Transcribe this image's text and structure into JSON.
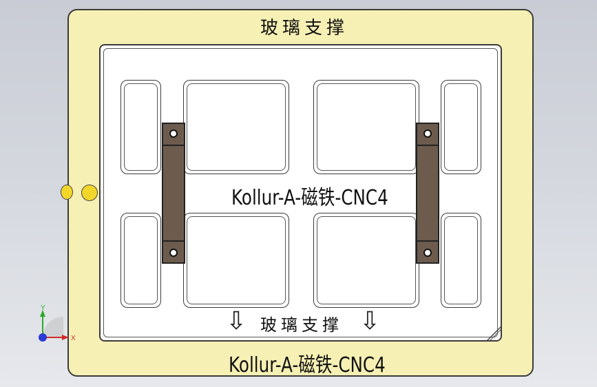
{
  "plate": {
    "title": "玻璃支撑",
    "bottom_label": "Kollur-A-磁铁-CNC4"
  },
  "pocket": {
    "center_label": "Kollur-A-磁铁-CNC4",
    "bottom_title": "玻璃支撑",
    "arrow_glyph": "⇩"
  },
  "triad": {
    "y_label": "Y",
    "x_label": "X"
  },
  "colors": {
    "plate": "#f6f0b4",
    "magnet": "#6d5c4e",
    "pin": "#f3d62a",
    "axis_x": "#d42a2a",
    "axis_y": "#2aa82a",
    "axis_z": "#2a3ad4"
  }
}
